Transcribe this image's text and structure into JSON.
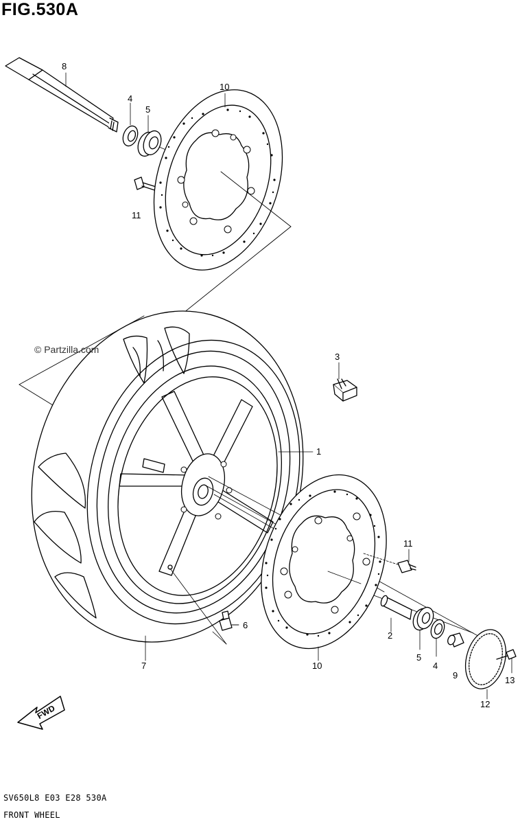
{
  "figure": {
    "title": "FIG.530A",
    "model_code": "SV650L8  E03  E28  530A",
    "caption": "FRONT WHEEL",
    "watermark": "© Partzilla.com",
    "fwd_label": "FWD"
  },
  "callouts": {
    "c1": "1",
    "c2": "2",
    "c3": "3",
    "c4a": "4",
    "c4b": "4",
    "c5a": "5",
    "c5b": "5",
    "c6": "6",
    "c7": "7",
    "c8": "8",
    "c9": "9",
    "c10a": "10",
    "c10b": "10",
    "c11a": "11",
    "c11b": "11",
    "c12": "12",
    "c13": "13"
  }
}
